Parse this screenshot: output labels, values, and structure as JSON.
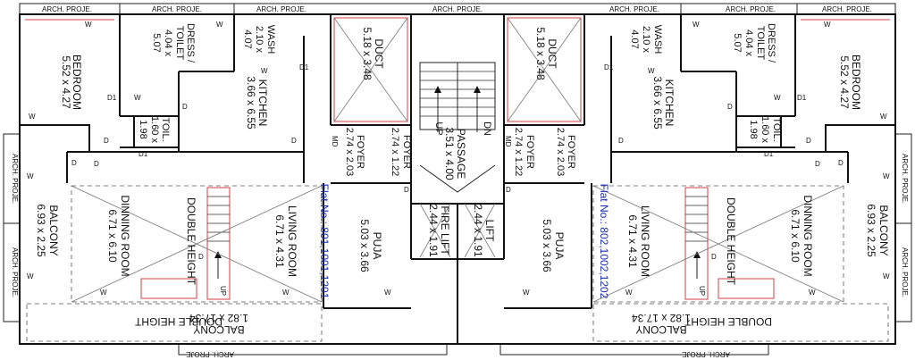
{
  "projection_label": "ARCH. PROJE.",
  "projection_label_short": "ARCH. PROJE",
  "door": "D",
  "door_d1": "D1",
  "window": "W",
  "md": "MD",
  "up": "UP",
  "dn": "DN",
  "core": {
    "passage_name": "PASSAGE",
    "passage_dim": "3.51 x 4.00",
    "fire_lift_name": "FIRE LIFT",
    "fire_lift_dim": "2.44 x 1.91",
    "lift_name": "LIFT",
    "lift_dim": "2.44 x 1.91"
  },
  "rooms": {
    "bedroom": {
      "name": "BEDROOM",
      "dim": "5.52 x 4.27"
    },
    "dress_line1": "DRESS /",
    "dress_line2": "TOILET",
    "dress_line3": "4.04 x",
    "dress_line4": "5.07",
    "wash": {
      "name": "WASH",
      "dim_a": "2.10 x",
      "dim_b": "4.07"
    },
    "duct": {
      "name": "DUCT",
      "dim": "5.18 x 3.48"
    },
    "kitchen": {
      "name": "KITCHEN",
      "dim": "3.66 x 6.55"
    },
    "toil": {
      "name": "TOIL.",
      "dim_a": "1.60 x",
      "dim_b": "1.98"
    },
    "foyer_a": {
      "name": "FOYER",
      "dim": "2.74 x 2.03"
    },
    "foyer_b": {
      "name": "FOYER",
      "dim": "2.74 x 1.22"
    },
    "balcony_side": {
      "name": "BALCONY",
      "dim": "6.93 x 2.25"
    },
    "dining": {
      "name": "DINNING ROOM",
      "dim": "6.71 x 6.10"
    },
    "double_height": "DOUBLE HEIGHT",
    "living": {
      "name": "LIVING ROOM",
      "dim": "6.71 x 4.31"
    },
    "puja": {
      "name": "PUJA",
      "dim": "5.03 x 3.66"
    },
    "balcony_front": {
      "name": "BALCONY",
      "dim": "1.82 x 17.34",
      "note": "DOUBLE HEIGHT"
    }
  },
  "flats": {
    "left": "Flat No.: 801,1001,1201",
    "right": "Flat No.: 802,1002,1202"
  },
  "colors": {
    "wall": "#111111",
    "red_line": "#d04040",
    "flat_label": "#1a2fb0"
  }
}
